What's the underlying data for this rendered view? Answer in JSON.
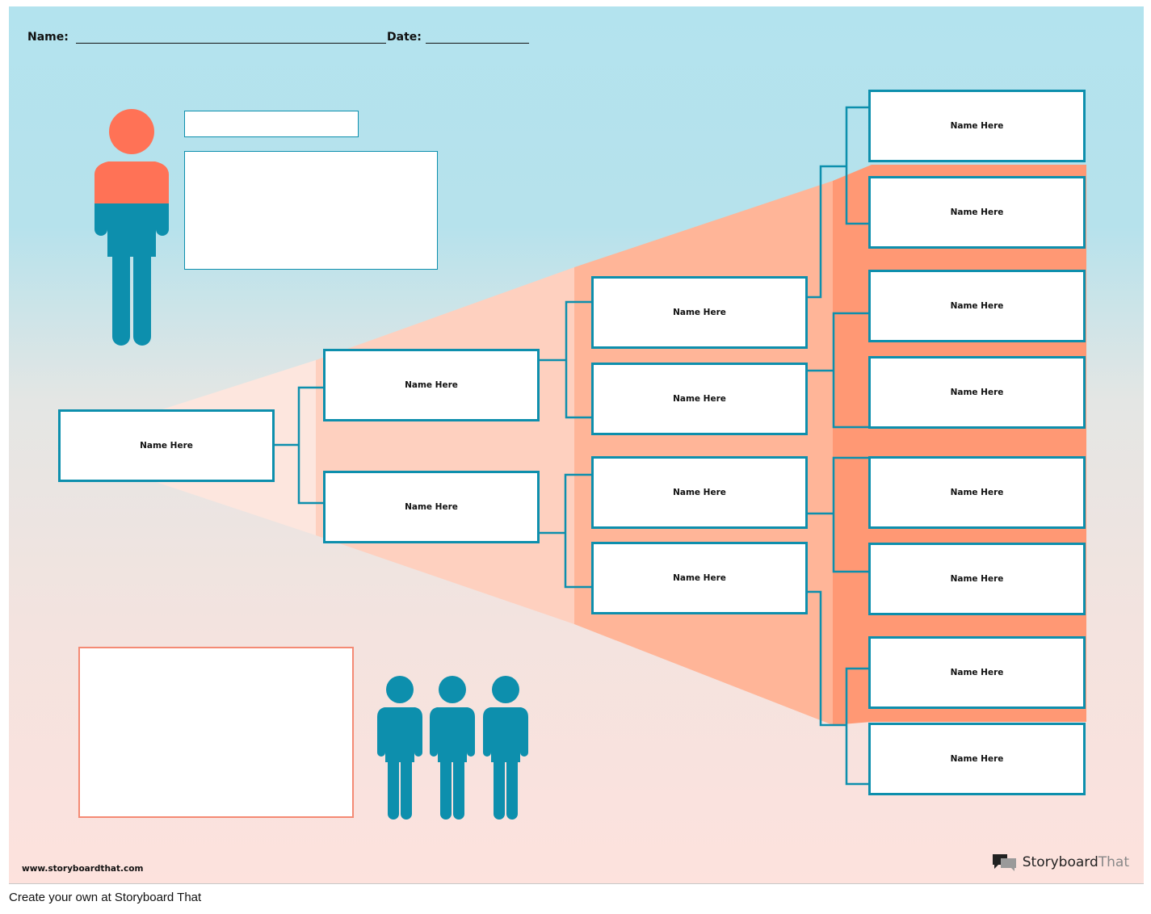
{
  "header": {
    "name_label": "Name:",
    "date_label": "Date:"
  },
  "tree": {
    "root": "Name Here",
    "gen1": [
      "Name Here",
      "Name Here"
    ],
    "gen2": [
      "Name Here",
      "Name Here",
      "Name Here",
      "Name Here"
    ],
    "gen3": [
      "Name Here",
      "Name Here",
      "Name Here",
      "Name Here",
      "Name Here",
      "Name Here",
      "Name Here",
      "Name Here"
    ]
  },
  "footer": {
    "url": "www.storyboardthat.com",
    "logo_bold": "Storyboard",
    "logo_light": "That"
  },
  "credit": "Create your own at Storyboard That",
  "colors": {
    "teal": "#0d8fad",
    "coral": "#ff7256",
    "box_border": "#0d8fad",
    "bottom_box_border": "#f48a74"
  },
  "icons": [
    "person-icon",
    "group-icon",
    "storyboard-logo-icon"
  ]
}
